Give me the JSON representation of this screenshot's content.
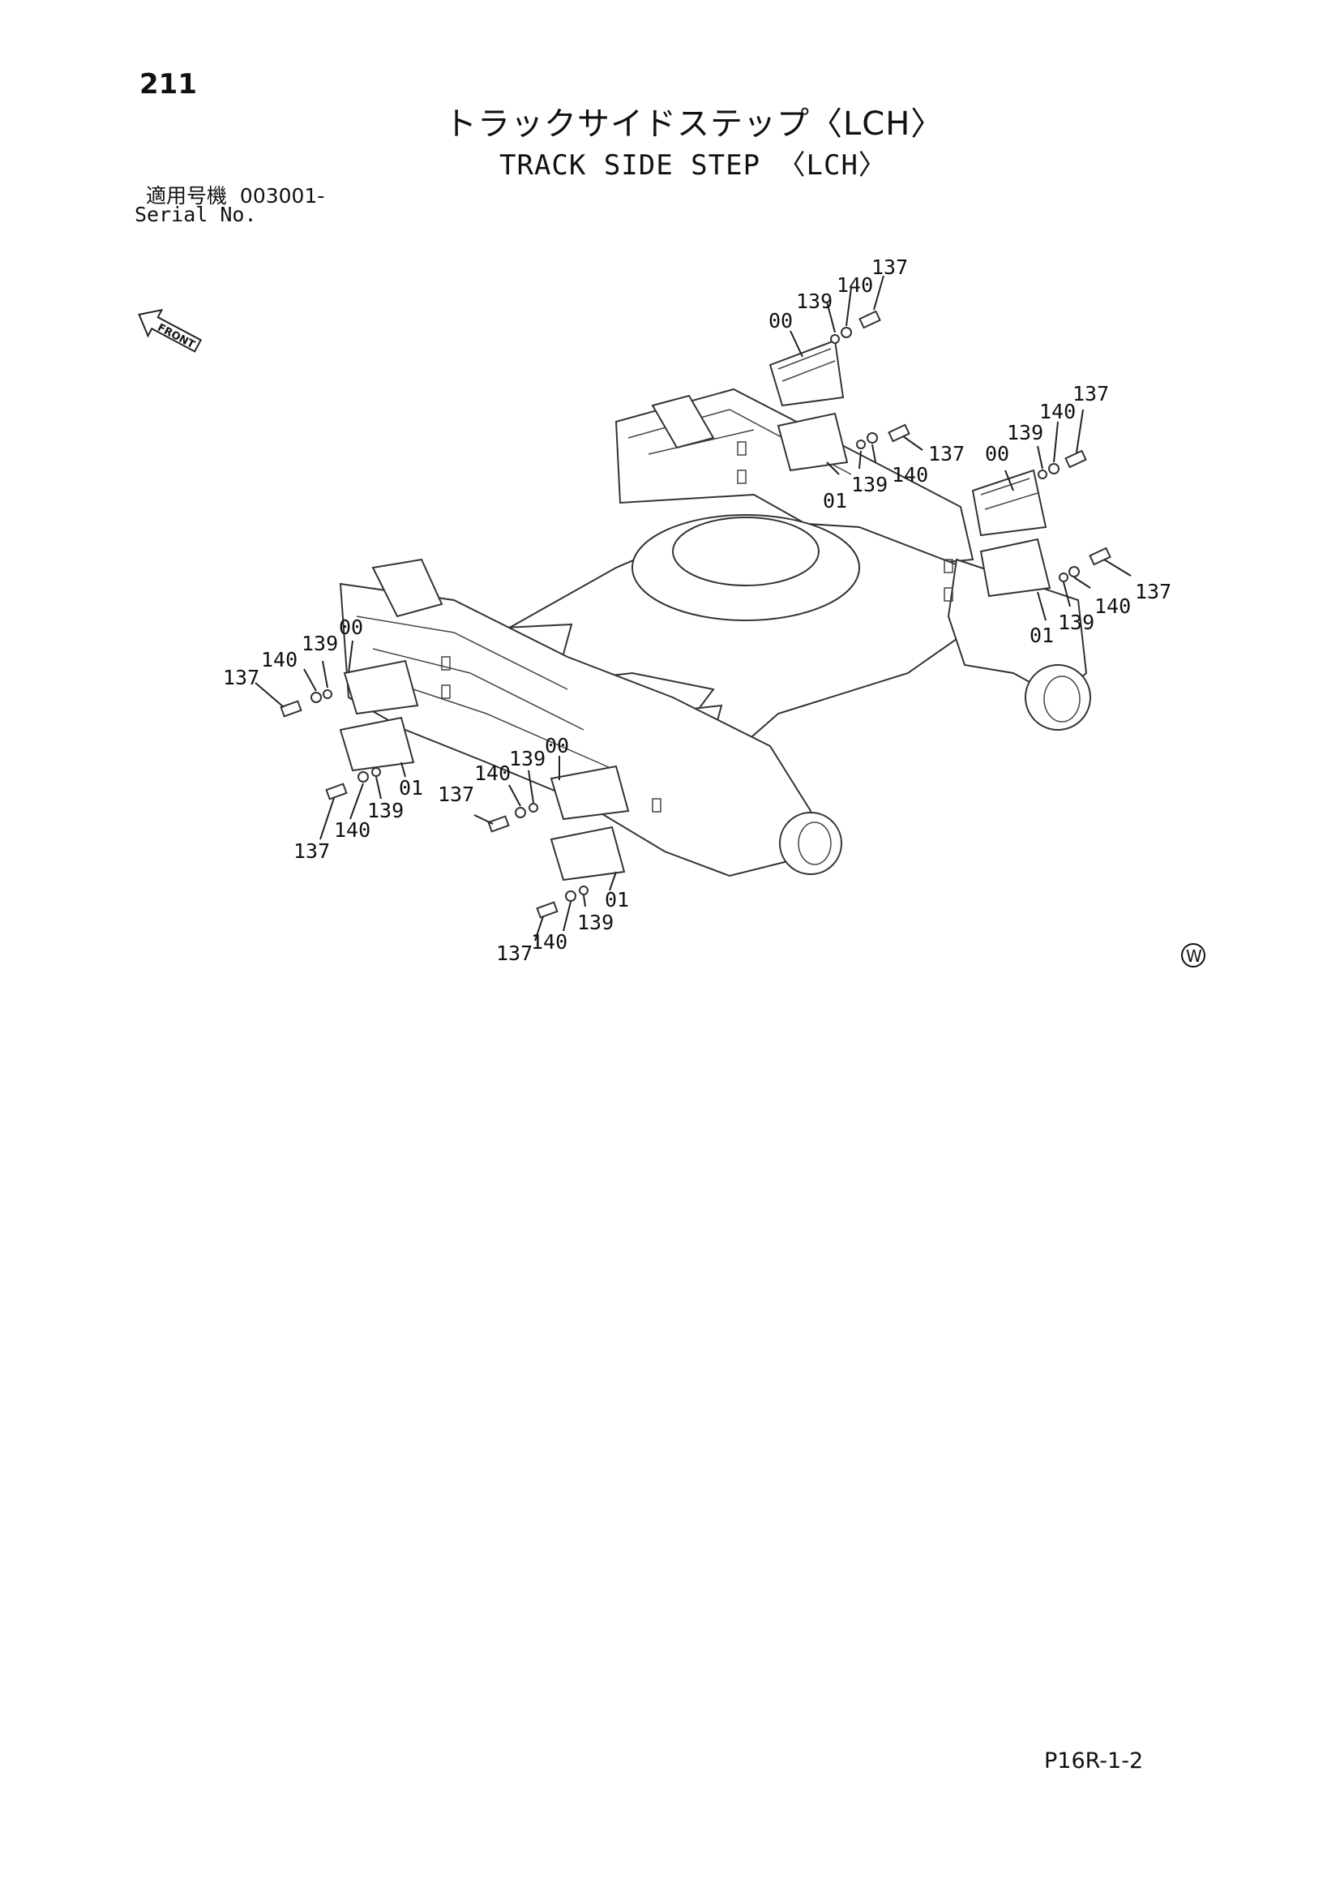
{
  "page": {
    "number": "211",
    "title_jp": "トラックサイドステップ〈LCH〉",
    "title_en": "TRACK SIDE STEP 〈LCH〉",
    "serial_label_jp": "適用号機",
    "serial_value": "003001-",
    "serial_label_en": "Serial No.",
    "page_code": "P16R-1-2"
  },
  "front_indicator": {
    "label": "FRONT",
    "icon": "front-arrow-icon"
  },
  "mark": {
    "label": "W",
    "icon": "circled-w-icon"
  },
  "callouts": {
    "c1": "137",
    "c2": "140",
    "c3": "139",
    "c4": "00",
    "c5": "137",
    "c6": "140",
    "c7": "139",
    "c8": "01",
    "c9": "137",
    "c10": "140",
    "c11": "139",
    "c12": "00",
    "c13": "137",
    "c14": "140",
    "c15": "139",
    "c16": "01",
    "c17": "137",
    "c18": "140",
    "c19": "139",
    "c20": "00",
    "c21": "01",
    "c22": "139",
    "c23": "140",
    "c24": "137",
    "c25": "137",
    "c26": "140",
    "c27": "139",
    "c28": "00",
    "c29": "01",
    "c30": "139",
    "c31": "140",
    "c32": "137"
  }
}
